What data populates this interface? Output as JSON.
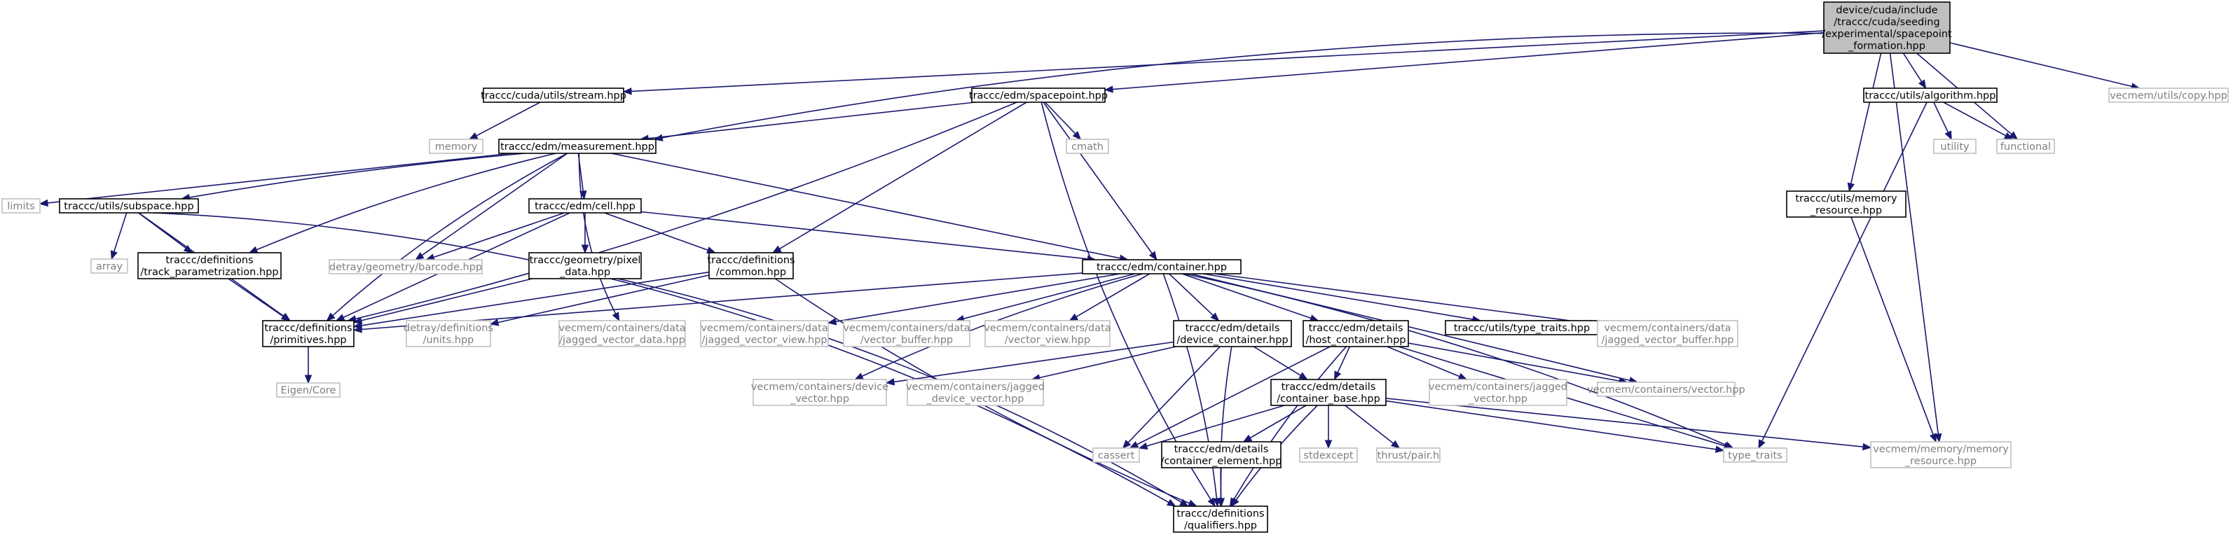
{
  "nodes": [
    {
      "id": "root",
      "style": "root",
      "lines": [
        "device/cuda/include",
        "/traccc/cuda/seeding",
        "/experimental/spacepoint",
        "_formation.hpp"
      ]
    },
    {
      "id": "stream",
      "style": "solid",
      "lines": [
        "traccc/cuda/utils/stream.hpp"
      ]
    },
    {
      "id": "spacepoint",
      "style": "solid",
      "lines": [
        "traccc/edm/spacepoint.hpp"
      ]
    },
    {
      "id": "algorithm",
      "style": "solid",
      "lines": [
        "traccc/utils/algorithm.hpp"
      ]
    },
    {
      "id": "copy",
      "style": "ext",
      "lines": [
        "vecmem/utils/copy.hpp"
      ]
    },
    {
      "id": "memory",
      "style": "ext",
      "lines": [
        "memory"
      ]
    },
    {
      "id": "measurement",
      "style": "solid",
      "lines": [
        "traccc/edm/measurement.hpp"
      ]
    },
    {
      "id": "cmath",
      "style": "ext",
      "lines": [
        "cmath"
      ]
    },
    {
      "id": "utility",
      "style": "ext",
      "lines": [
        "utility"
      ]
    },
    {
      "id": "functional",
      "style": "ext",
      "lines": [
        "functional"
      ]
    },
    {
      "id": "memres",
      "style": "solid",
      "lines": [
        "traccc/utils/memory",
        "_resource.hpp"
      ]
    },
    {
      "id": "limits",
      "style": "ext",
      "lines": [
        "limits"
      ]
    },
    {
      "id": "subspace",
      "style": "solid",
      "lines": [
        "traccc/utils/subspace.hpp"
      ]
    },
    {
      "id": "cell",
      "style": "solid",
      "lines": [
        "traccc/edm/cell.hpp"
      ]
    },
    {
      "id": "array",
      "style": "ext",
      "lines": [
        "array"
      ]
    },
    {
      "id": "trackparam",
      "style": "solid",
      "lines": [
        "traccc/definitions",
        "/track_parametrization.hpp"
      ]
    },
    {
      "id": "barcode",
      "style": "ext",
      "lines": [
        "detray/geometry/barcode.hpp"
      ]
    },
    {
      "id": "pixel",
      "style": "solid",
      "lines": [
        "traccc/geometry/pixel",
        "_data.hpp"
      ]
    },
    {
      "id": "common",
      "style": "solid",
      "lines": [
        "traccc/definitions",
        "/common.hpp"
      ]
    },
    {
      "id": "container",
      "style": "solid",
      "lines": [
        "traccc/edm/container.hpp"
      ]
    },
    {
      "id": "primitives",
      "style": "solid",
      "lines": [
        "traccc/definitions",
        "/primitives.hpp"
      ]
    },
    {
      "id": "units",
      "style": "ext",
      "lines": [
        "detray/definitions",
        "/units.hpp"
      ]
    },
    {
      "id": "jvdata",
      "style": "ext",
      "lines": [
        "vecmem/containers/data",
        "/jagged_vector_data.hpp"
      ]
    },
    {
      "id": "jvview",
      "style": "ext",
      "lines": [
        "vecmem/containers/data",
        "/jagged_vector_view.hpp"
      ]
    },
    {
      "id": "vbuffer",
      "style": "ext",
      "lines": [
        "vecmem/containers/data",
        "/vector_buffer.hpp"
      ]
    },
    {
      "id": "vview",
      "style": "ext",
      "lines": [
        "vecmem/containers/data",
        "/vector_view.hpp"
      ]
    },
    {
      "id": "devcont",
      "style": "solid",
      "lines": [
        "traccc/edm/details",
        "/device_container.hpp"
      ]
    },
    {
      "id": "hostcont",
      "style": "solid",
      "lines": [
        "traccc/edm/details",
        "/host_container.hpp"
      ]
    },
    {
      "id": "typetraitsu",
      "style": "solid",
      "lines": [
        "traccc/utils/type_traits.hpp"
      ]
    },
    {
      "id": "jvbuffer",
      "style": "ext",
      "lines": [
        "vecmem/containers/data",
        "/jagged_vector_buffer.hpp"
      ]
    },
    {
      "id": "eigen",
      "style": "ext",
      "lines": [
        "Eigen/Core"
      ]
    },
    {
      "id": "devvector",
      "style": "ext",
      "lines": [
        "vecmem/containers/device",
        "_vector.hpp"
      ]
    },
    {
      "id": "jdevvector",
      "style": "ext",
      "lines": [
        "vecmem/containers/jagged",
        "_device_vector.hpp"
      ]
    },
    {
      "id": "contbase",
      "style": "solid",
      "lines": [
        "traccc/edm/details",
        "/container_base.hpp"
      ]
    },
    {
      "id": "jvector",
      "style": "ext",
      "lines": [
        "vecmem/containers/jagged",
        "_vector.hpp"
      ]
    },
    {
      "id": "vector",
      "style": "ext",
      "lines": [
        "vecmem/containers/vector.hpp"
      ]
    },
    {
      "id": "cassert",
      "style": "ext",
      "lines": [
        "cassert"
      ]
    },
    {
      "id": "contelem",
      "style": "solid",
      "lines": [
        "traccc/edm/details",
        "/container_element.hpp"
      ]
    },
    {
      "id": "stdexcept",
      "style": "ext",
      "lines": [
        "stdexcept"
      ]
    },
    {
      "id": "pair",
      "style": "ext",
      "lines": [
        "thrust/pair.h"
      ]
    },
    {
      "id": "typetraits",
      "style": "ext",
      "lines": [
        "type_traits"
      ]
    },
    {
      "id": "vmemres",
      "style": "ext",
      "lines": [
        "vecmem/memory/memory",
        "_resource.hpp"
      ]
    },
    {
      "id": "qualifiers",
      "style": "solid",
      "lines": [
        "traccc/definitions",
        "/qualifiers.hpp"
      ]
    }
  ],
  "edges": [
    [
      "root",
      "stream"
    ],
    [
      "root",
      "spacepoint"
    ],
    [
      "root",
      "algorithm"
    ],
    [
      "root",
      "copy"
    ],
    [
      "root",
      "measurement"
    ],
    [
      "root",
      "functional"
    ],
    [
      "root",
      "memres"
    ],
    [
      "root",
      "vmemres"
    ],
    [
      "stream",
      "memory"
    ],
    [
      "spacepoint",
      "measurement"
    ],
    [
      "spacepoint",
      "cmath"
    ],
    [
      "spacepoint",
      "container"
    ],
    [
      "spacepoint",
      "common"
    ],
    [
      "spacepoint",
      "primitives"
    ],
    [
      "spacepoint",
      "qualifiers"
    ],
    [
      "algorithm",
      "utility"
    ],
    [
      "algorithm",
      "functional"
    ],
    [
      "algorithm",
      "typetraits"
    ],
    [
      "memres",
      "vmemres"
    ],
    [
      "measurement",
      "limits"
    ],
    [
      "measurement",
      "subspace"
    ],
    [
      "measurement",
      "cell"
    ],
    [
      "measurement",
      "trackparam"
    ],
    [
      "measurement",
      "barcode"
    ],
    [
      "measurement",
      "container"
    ],
    [
      "measurement",
      "primitives"
    ],
    [
      "measurement",
      "jvdata"
    ],
    [
      "subspace",
      "array"
    ],
    [
      "subspace",
      "trackparam"
    ],
    [
      "subspace",
      "primitives"
    ],
    [
      "subspace",
      "qualifiers"
    ],
    [
      "trackparam",
      "primitives"
    ],
    [
      "cell",
      "barcode"
    ],
    [
      "cell",
      "pixel"
    ],
    [
      "cell",
      "common"
    ],
    [
      "cell",
      "container"
    ],
    [
      "cell",
      "primitives"
    ],
    [
      "pixel",
      "primitives"
    ],
    [
      "pixel",
      "qualifiers"
    ],
    [
      "common",
      "primitives"
    ],
    [
      "common",
      "units"
    ],
    [
      "common",
      "qualifiers"
    ],
    [
      "container",
      "primitives"
    ],
    [
      "container",
      "jvview"
    ],
    [
      "container",
      "vbuffer"
    ],
    [
      "container",
      "vview"
    ],
    [
      "container",
      "devcont"
    ],
    [
      "container",
      "hostcont"
    ],
    [
      "container",
      "typetraitsu"
    ],
    [
      "container",
      "jvbuffer"
    ],
    [
      "container",
      "devvector"
    ],
    [
      "container",
      "vector"
    ],
    [
      "container",
      "typetraits"
    ],
    [
      "container",
      "qualifiers"
    ],
    [
      "primitives",
      "eigen"
    ],
    [
      "devcont",
      "devvector"
    ],
    [
      "devcont",
      "jdevvector"
    ],
    [
      "devcont",
      "contbase"
    ],
    [
      "devcont",
      "cassert"
    ],
    [
      "devcont",
      "qualifiers"
    ],
    [
      "hostcont",
      "contbase"
    ],
    [
      "hostcont",
      "jvector"
    ],
    [
      "hostcont",
      "vector"
    ],
    [
      "hostcont",
      "cassert"
    ],
    [
      "hostcont",
      "typetraits"
    ],
    [
      "hostcont",
      "qualifiers"
    ],
    [
      "contbase",
      "cassert"
    ],
    [
      "contbase",
      "contelem"
    ],
    [
      "contbase",
      "stdexcept"
    ],
    [
      "contbase",
      "pair"
    ],
    [
      "contbase",
      "typetraits"
    ],
    [
      "contbase",
      "vmemres"
    ],
    [
      "contbase",
      "qualifiers"
    ],
    [
      "contelem",
      "qualifiers"
    ]
  ],
  "colors": {
    "edge": "#191970",
    "solid_border": "#000000",
    "ext_border": "#bfbfbf",
    "ext_text": "#7f7f7f",
    "root_fill": "#bfbfbf"
  }
}
